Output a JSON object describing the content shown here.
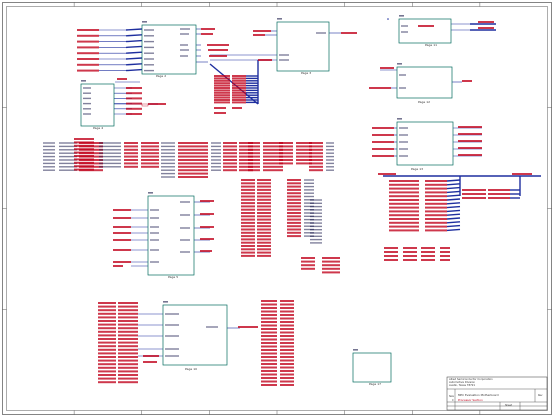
{
  "colors": {
    "wire": "#1f2f9f",
    "net_label": "#c0001a",
    "component": "#006b5e",
    "border": "#333333",
    "pin_text": "#1a1a4a"
  },
  "blocks": [
    {
      "id": "page2",
      "title": "Page 2",
      "ref": "U1"
    },
    {
      "id": "page3",
      "title": "Page 3",
      "ref": "U2"
    },
    {
      "id": "page4",
      "title": "Page 4",
      "ref": "J1"
    },
    {
      "id": "page5",
      "title": "Page 5",
      "ref": "U5"
    },
    {
      "id": "page10",
      "title": "Page 10",
      "ref": "U10"
    },
    {
      "id": "page11",
      "title": "Page 11",
      "ref": "U3"
    },
    {
      "id": "page12",
      "title": "Page 12",
      "ref": "U4"
    },
    {
      "id": "page13",
      "title": "Page 13",
      "ref": "U6"
    },
    {
      "id": "page17",
      "title": "Page 17",
      "ref": "U17"
    }
  ],
  "title_block": {
    "company_line1": "Allied Semiconductor Corporation",
    "company_line2": "Automotive Division",
    "company_line3": "Austin, Texas 78721",
    "doc_title": "MPC Evaluation Motherboard",
    "sub_title": "Processor Section",
    "size_label": "Size",
    "size_value": "C",
    "sheet_label": "Sheet",
    "rev_label": "Rev"
  }
}
